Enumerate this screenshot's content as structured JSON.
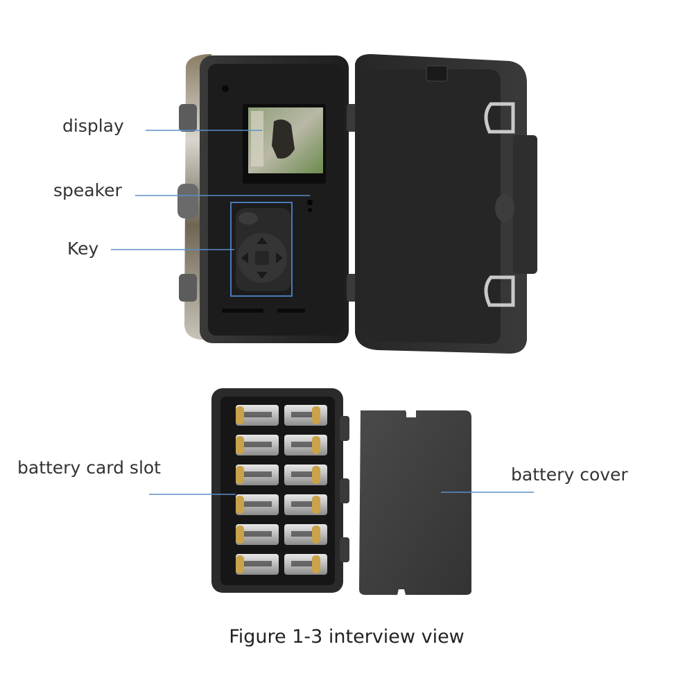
{
  "labels": {
    "display": "display",
    "speaker": "speaker",
    "key": "Key",
    "battery_card_slot": "battery card slot",
    "battery_cover": "battery cover"
  },
  "caption": "Figure 1-3 interview view",
  "colors": {
    "leader_line": "#5b8fc9",
    "key_frame": "#4a7ab8",
    "camera_body": "#2a2a2a",
    "camera_panel": "#1a1a1a",
    "battery_gold": "#c9a24a"
  },
  "battery_rows": 6
}
